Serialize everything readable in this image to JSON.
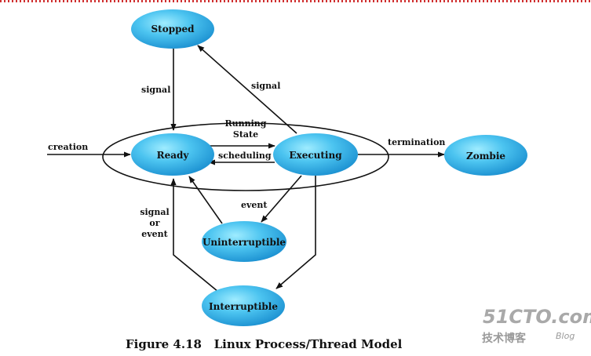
{
  "nodes": {
    "stopped": "Stopped",
    "ready": "Ready",
    "executing": "Executing",
    "zombie": "Zombie",
    "uninterruptible": "Uninterruptible",
    "interruptible": "Interruptible"
  },
  "group": {
    "running_state": [
      "Running",
      "State"
    ]
  },
  "edges": {
    "signal_stopped_ready": "signal",
    "signal_executing_stopped": "signal",
    "creation": "creation",
    "scheduling": "scheduling",
    "termination": "termination",
    "event": "event",
    "signal_or_event": [
      "signal",
      "or",
      "event"
    ]
  },
  "caption": "Figure 4.18   Linux Process/Thread Model",
  "watermark": {
    "main": "51CTO.com",
    "sub": "技术博客",
    "blog": "Blog"
  },
  "colors": {
    "node_light": "#7fe0ff",
    "node_dark": "#1a9edc",
    "line": "#111111"
  }
}
